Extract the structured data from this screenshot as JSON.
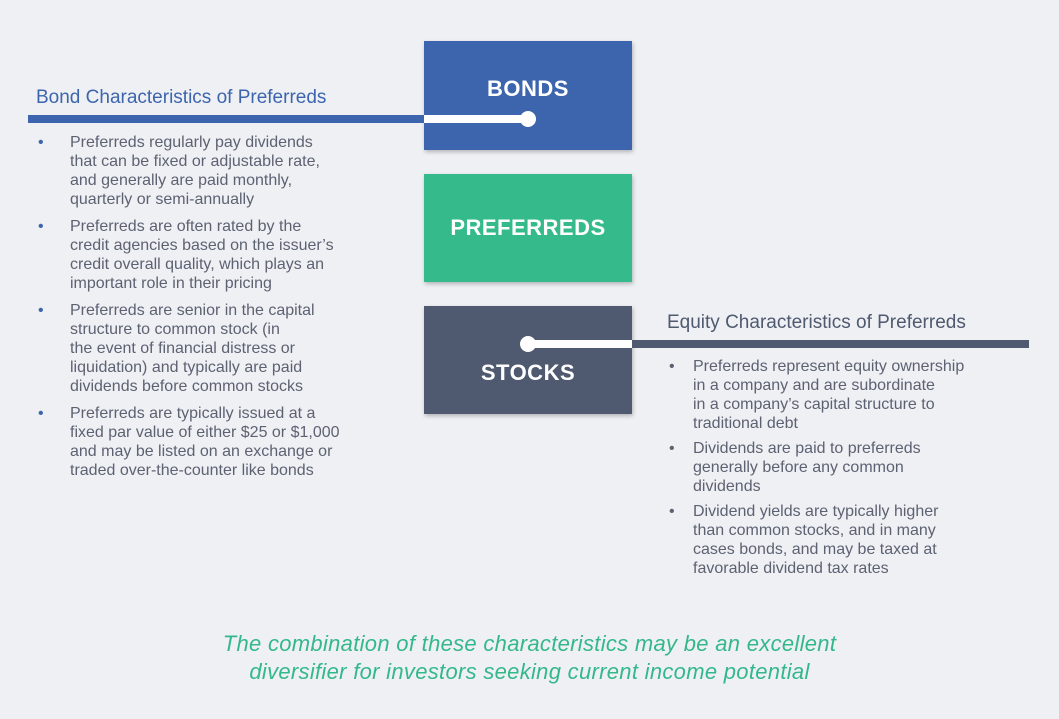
{
  "boxes": {
    "bonds": "BONDS",
    "preferreds": "PREFERREDS",
    "stocks": "STOCKS"
  },
  "bond_section": {
    "heading": "Bond Characteristics of Preferreds",
    "bullets": [
      "Preferreds regularly pay dividends\nthat can be fixed or adjustable rate,\nand generally are paid monthly,\nquarterly or semi-annually",
      "Preferreds are often rated by the\ncredit agencies based on the issuer’s\ncredit overall quality, which plays an\nimportant role in their pricing",
      "Preferreds are senior in the capital\nstructure to common stock (in\nthe event of financial distress or\nliquidation) and typically are paid\ndividends before common stocks",
      "Preferreds are typically issued at a\nfixed par value of either $25 or $1,000\nand may be listed on an exchange or\ntraded over-the-counter like bonds"
    ]
  },
  "equity_section": {
    "heading": "Equity Characteristics of Preferreds",
    "bullets": [
      "Preferreds represent equity ownership\nin a company and are subordinate\nin a company’s capital structure to\ntraditional debt",
      "Dividends are paid to preferreds\ngenerally before any common\ndividends",
      "Dividend yields are typically higher\nthan common stocks, and in many\ncases bonds, and may be taxed at\nfavorable dividend tax rates"
    ]
  },
  "footer": "The combination of these characteristics may be an excellent\ndiversifier for investors seeking current income potential",
  "colors": {
    "bonds": "#3d65ae",
    "preferreds": "#35ba8c",
    "stocks": "#4f596f",
    "footer": "#34b88a"
  }
}
